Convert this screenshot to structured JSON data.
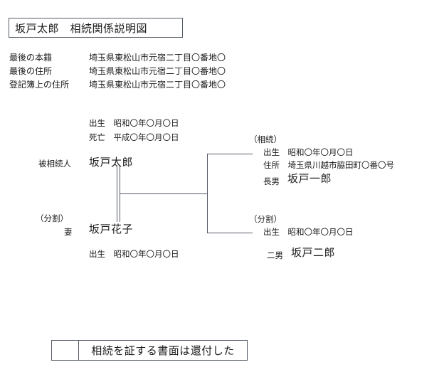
{
  "document": {
    "title": "坂戸太郎　相続関係説明図"
  },
  "address_block": {
    "rows": [
      {
        "label": "最後の本籍",
        "value": "埼玉県東松山市元宿二丁目〇番地〇"
      },
      {
        "label": "最後の住所",
        "value": "埼玉県東松山市元宿二丁目〇番地〇"
      },
      {
        "label": "登記簿上の住所",
        "value": "埼玉県東松山市元宿二丁目〇番地〇"
      }
    ]
  },
  "decedent": {
    "birth": "出生　昭和〇年〇月〇日",
    "death": "死亡　平成〇年〇月〇日",
    "role": "被相続人",
    "name": "坂戸太郎"
  },
  "spouse": {
    "status": "（分割）",
    "role": "妻",
    "name": "坂戸花子",
    "birth": "出生　昭和〇年〇月〇日"
  },
  "child_first": {
    "status": "（相続）",
    "birth": "出生　昭和〇年〇月〇日",
    "address": "住所　埼玉県川越市脇田町〇番〇号",
    "role": "長男",
    "name": "坂戸一郎"
  },
  "child_second": {
    "status": "（分割）",
    "birth": "出生　昭和〇年〇月〇日",
    "role": "二男",
    "name": "坂戸二郎"
  },
  "return_note": {
    "stamp_cell": "",
    "text": "相続を証する書面は還付した"
  },
  "colors": {
    "line": "#555b66",
    "text": "#1a1a1a",
    "background": "#ffffff"
  }
}
